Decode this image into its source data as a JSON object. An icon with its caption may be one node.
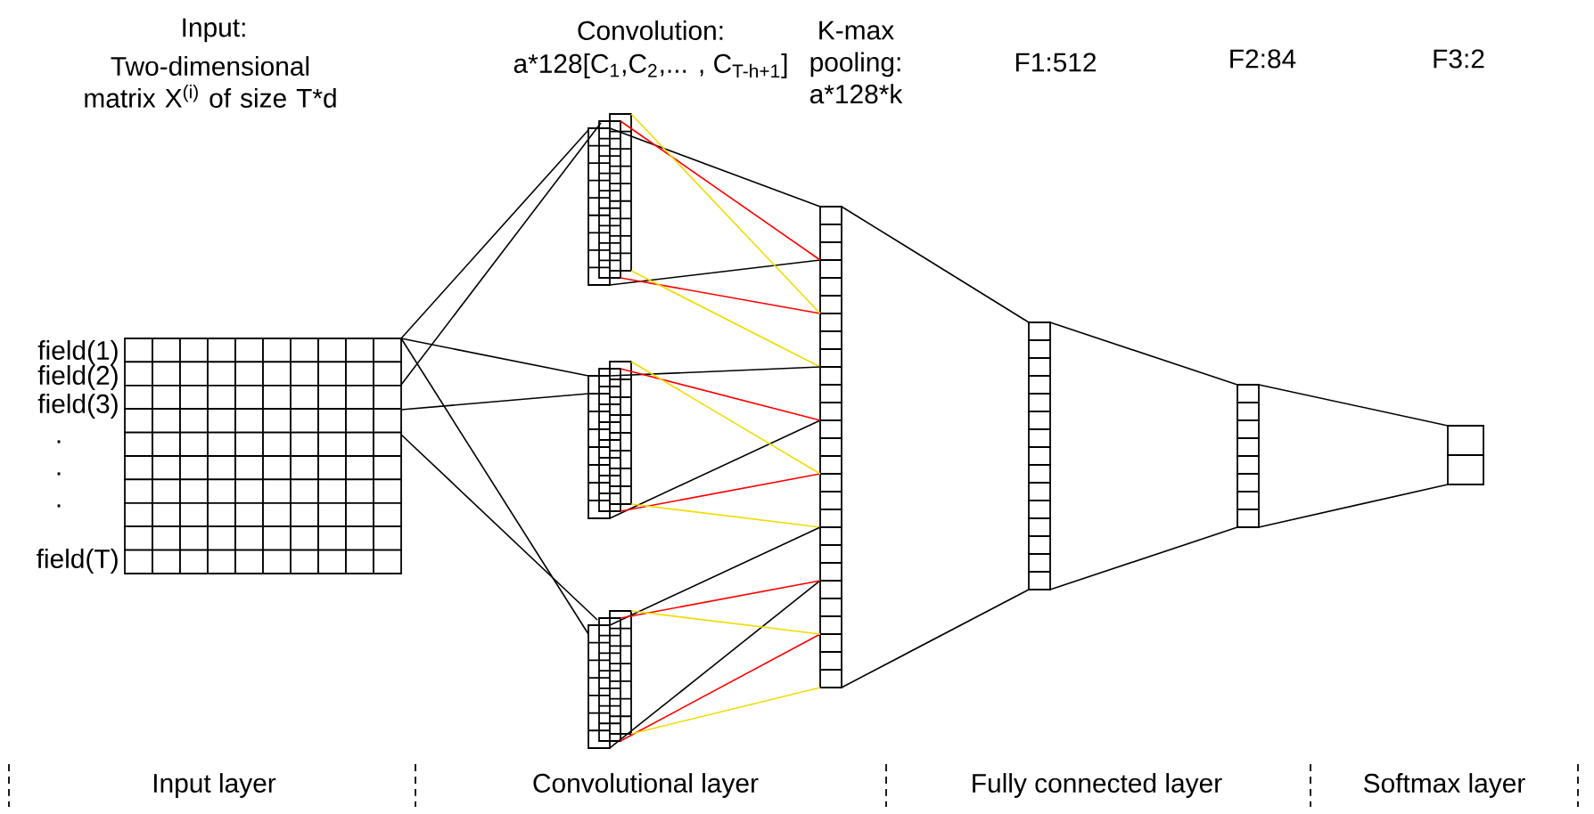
{
  "diagram": {
    "nodes": [
      {
        "text": [],
        "shape": "box",
        "beside": [
          "field(1)",
          "field(2)",
          "field(3)",
          ".",
          ".",
          ".",
          "field(T)"
        ]
      },
      {
        "text": [],
        "shape": "box"
      },
      {
        "text": [],
        "shape": "box"
      },
      {
        "text": [],
        "shape": "box"
      },
      {
        "text": [],
        "shape": "box"
      },
      {
        "text": [],
        "shape": "box"
      },
      {
        "text": [],
        "shape": "box"
      },
      {
        "text": [],
        "shape": "box"
      }
    ],
    "edges": [
      {
        "from": 0,
        "to": 1,
        "arrow": "none"
      },
      {
        "from": 0,
        "to": 1,
        "arrow": "none"
      },
      {
        "from": 0,
        "to": 2,
        "arrow": "none"
      },
      {
        "from": 0,
        "to": 2,
        "arrow": "none"
      },
      {
        "from": 0,
        "to": 3,
        "arrow": "none"
      },
      {
        "from": 0,
        "to": 3,
        "arrow": "none"
      },
      {
        "from": 1,
        "to": 4,
        "arrow": "none"
      },
      {
        "from": 1,
        "to": 4,
        "arrow": "none"
      },
      {
        "from": 1,
        "to": 4,
        "arrow": "none",
        "color": "#ff0000"
      },
      {
        "from": 1,
        "to": 4,
        "arrow": "none",
        "color": "#ff0000"
      },
      {
        "from": 1,
        "to": 4,
        "arrow": "none",
        "color": "#f0dc00"
      },
      {
        "from": 1,
        "to": 4,
        "arrow": "none",
        "color": "#f0dc00"
      },
      {
        "from": 2,
        "to": 4,
        "arrow": "none"
      },
      {
        "from": 2,
        "to": 4,
        "arrow": "none"
      },
      {
        "from": 2,
        "to": 4,
        "arrow": "none",
        "color": "#ff0000"
      },
      {
        "from": 2,
        "to": 4,
        "arrow": "none",
        "color": "#ff0000"
      },
      {
        "from": 2,
        "to": 4,
        "arrow": "none",
        "color": "#f0dc00"
      },
      {
        "from": 2,
        "to": 4,
        "arrow": "none",
        "color": "#f0dc00"
      },
      {
        "from": 3,
        "to": 4,
        "arrow": "none"
      },
      {
        "from": 3,
        "to": 4,
        "arrow": "none"
      },
      {
        "from": 3,
        "to": 4,
        "arrow": "none",
        "color": "#ff0000"
      },
      {
        "from": 3,
        "to": 4,
        "arrow": "none",
        "color": "#ff0000"
      },
      {
        "from": 3,
        "to": 4,
        "arrow": "none",
        "color": "#f0dc00"
      },
      {
        "from": 3,
        "to": 4,
        "arrow": "none",
        "color": "#f0dc00"
      },
      {
        "from": 4,
        "to": 5,
        "arrow": "none"
      },
      {
        "from": 4,
        "to": 5,
        "arrow": "none"
      },
      {
        "from": 5,
        "to": 6,
        "arrow": "none"
      },
      {
        "from": 5,
        "to": 6,
        "arrow": "none"
      },
      {
        "from": 6,
        "to": 7,
        "arrow": "none"
      },
      {
        "from": 6,
        "to": 7,
        "arrow": "none"
      }
    ],
    "labels": [
      "Input:",
      "Two-dimensional matrix X$^{(i)}$ of size T*d",
      "Convolution:",
      "a*128[C$_{1}$,C$_{2}$,... , C$_{T-h+1}$]",
      "K-max pooling: a*128*k",
      "F1:512",
      "F2:84",
      "F3:2",
      "Input layer",
      "Convolutional layer",
      "Fully connected  layer",
      "Softmax layer"
    ]
  }
}
